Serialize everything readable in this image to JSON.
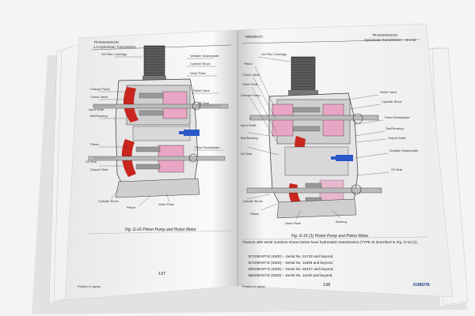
{
  "photo": {
    "background_color": "#f4f4f4",
    "accent_red": "#c8261e",
    "accent_pink": "#e9a6c4",
    "accent_blue": "#2a58c8"
  },
  "left_page": {
    "header_title": "TRANSMISSION",
    "header_subtitle": "4.4 Hydrostatic Transmission",
    "caption": "Fig. G-16 Piston Pump and Piston Motor",
    "page_number": "137",
    "footer_note": "Printed in Japan"
  },
  "right_page": {
    "header_left": "W8000HST...",
    "header_right_title": "TRANSMISSION",
    "header_right_sub": "Hydrostatic Transmission",
    "header_right_code": "G-1-10",
    "caption": "Fig. G-16 (1) Piston Pump and Piston Motor",
    "intro": "Tractors with serial numbers shown below have hydrostatic transmission (TYPE II) described in Fig. G-16 (1).",
    "models": [
      "B7100HST-D (4WD)  –  Serial No. 51742 and beyond.",
      "B7100HST-E (2WD)  –  Serial No. 11806 and beyond.",
      "B8100HST-D (4WD)  –  Serial No. 50127 and beyond.",
      "B8100HST-E (2WD)  –  Serial No. 11140 and beyond."
    ],
    "page_number": "138",
    "footer_note": "Printed in Japan",
    "brand": "KUBOTA"
  },
  "left_labels": [
    "Oil Filter Cartridge",
    "Variable Swashplate",
    "Cylinder Block",
    "Valve Plate",
    "Charge Pump",
    "Check Valve",
    "Relief Valve",
    "Oil Seal",
    "Input Shaft",
    "Ball Bearing",
    "Piston",
    "Fixed Swashplate",
    "Oil Seal",
    "Output Shaft",
    "Cylinder Block",
    "Valve Plate",
    "Piston"
  ],
  "right_labels": [
    "Oil Filter Cartridge",
    "Piston",
    "Check Valve",
    "Valve Plate",
    "Charge Pump",
    "Input Shaft",
    "Ball Bearing",
    "Oil Seal",
    "Relief Valve",
    "Cylinder Block",
    "Fixed Swashplate",
    "Ball Bearing",
    "Output Shaft",
    "Variable Swashplate",
    "Oil Seal",
    "Cylinder Block",
    "Piston",
    "Valve Plate",
    "Bearing"
  ]
}
